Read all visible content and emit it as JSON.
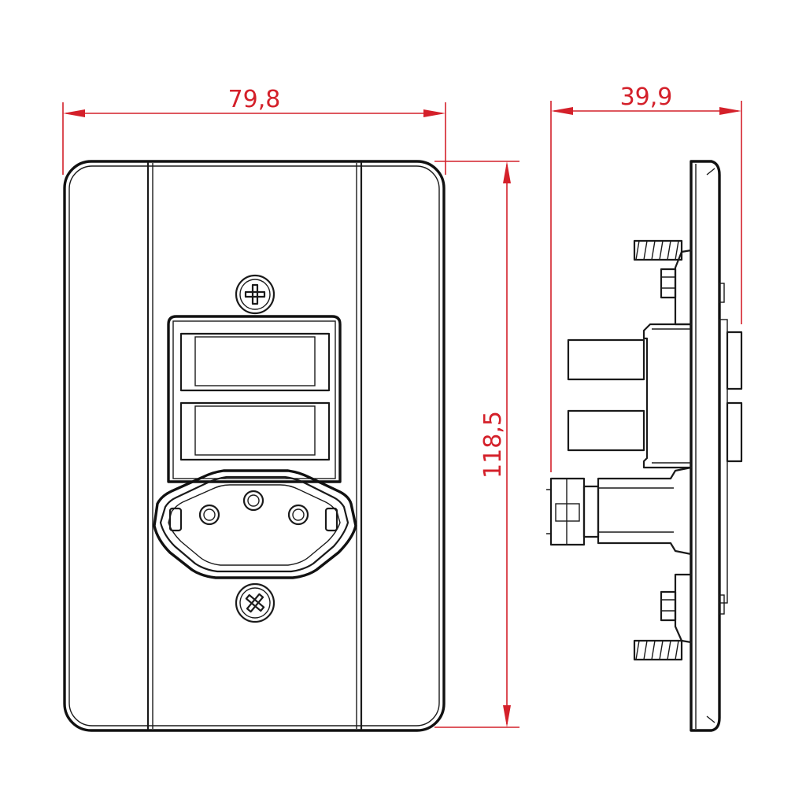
{
  "dimensions": {
    "front_width": "79,8",
    "side_depth": "39,9",
    "height": "118,5"
  },
  "colors": {
    "dimension": "#d4202a",
    "outline": "#1a1a1a",
    "background": "#ffffff"
  },
  "views": [
    "front-view",
    "side-view"
  ]
}
